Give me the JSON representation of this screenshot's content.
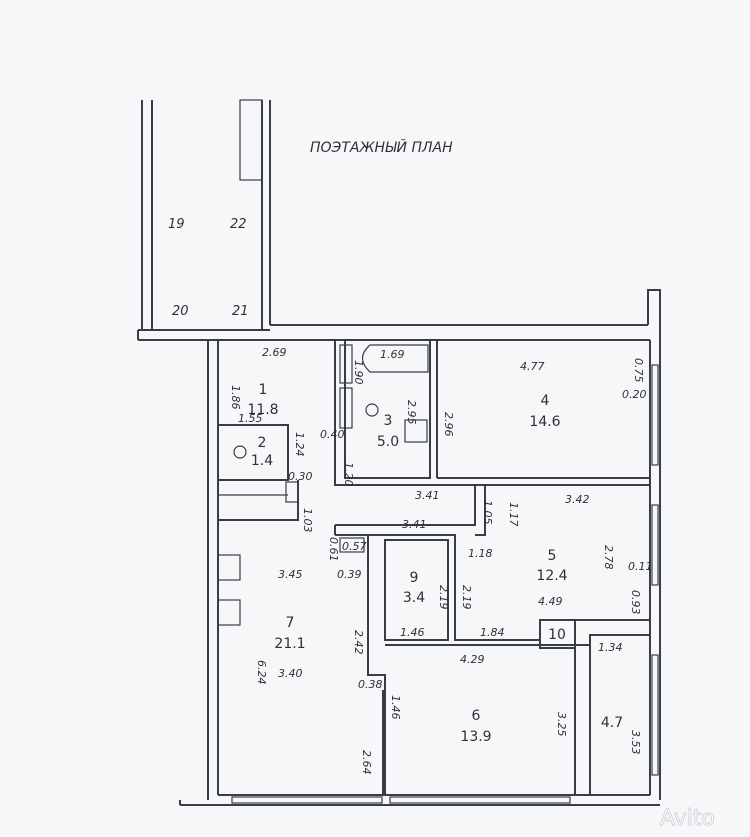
{
  "title": "ПОЭТАЖНЫЙ ПЛАН",
  "axes": [
    "19",
    "20",
    "21",
    "22"
  ],
  "rooms": [
    {
      "number": "1",
      "area": "11.8"
    },
    {
      "number": "2",
      "area": "1.4"
    },
    {
      "number": "3",
      "area": "5.0"
    },
    {
      "number": "4",
      "area": "14.6"
    },
    {
      "number": "5",
      "area": "12.4"
    },
    {
      "number": "6",
      "area": "13.9"
    },
    {
      "number": "7",
      "area": "21.1"
    },
    {
      "number": "9",
      "area": "3.4"
    },
    {
      "number": "10",
      "area": ""
    },
    {
      "number": "",
      "area": "4.7"
    }
  ],
  "dimensions": [
    "2.69",
    "1.86",
    "1.90",
    "1.55",
    "1.24",
    "0.30",
    "1.03",
    "0.40",
    "1.20",
    "1.69",
    "2.95",
    "2.96",
    "4.77",
    "0.75",
    "0.20",
    "3.41",
    "3.41",
    "1.05",
    "1.17",
    "3.42",
    "0.61",
    "0.57",
    "0.39",
    "1.18",
    "2.19",
    "2.19",
    "2.78",
    "0.11",
    "0.93",
    "4.49",
    "1.46",
    "1.84",
    "2.42",
    "3.45",
    "6.24",
    "3.40",
    "4.29",
    "1.34",
    "0.38",
    "1.46",
    "2.64",
    "3.25",
    "3.53"
  ],
  "watermark": "Avito"
}
